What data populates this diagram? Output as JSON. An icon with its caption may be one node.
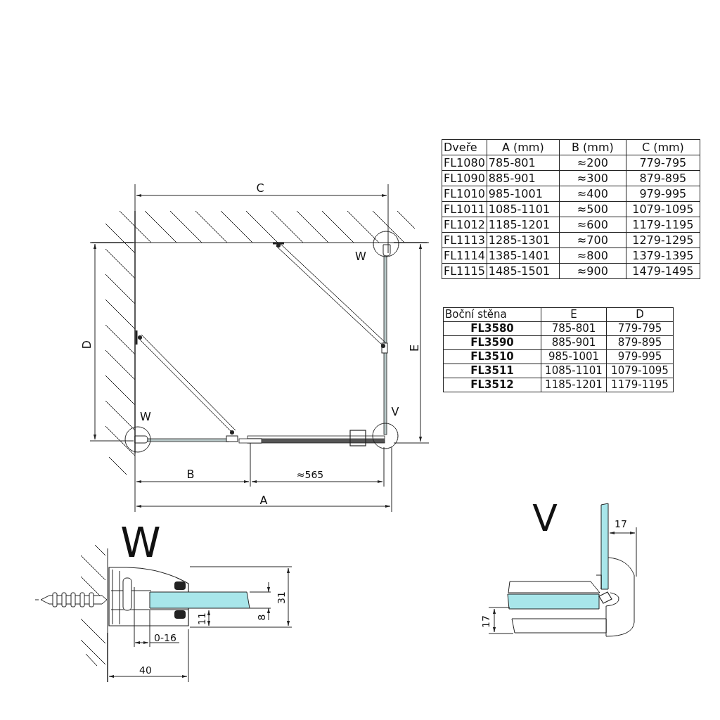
{
  "diagram": {
    "labels": [
      "C",
      "W",
      "D",
      "E",
      "V",
      "W",
      "B",
      "≈565",
      "A",
      "Dveře",
      "A (mm)",
      "B (mm)",
      "C (mm)",
      "FL1080",
      "785-801",
      "≈200",
      "779-795",
      "FL1090",
      "885-901",
      "≈300",
      "879-895",
      "FL1010",
      "985-1001",
      "≈400",
      "979-995",
      "FL1011",
      "1085-1101",
      "≈500",
      "1079-1095",
      "FL1012",
      "1185-1201",
      "≈600",
      "1179-1195",
      "FL1113",
      "1285-1301",
      "≈700",
      "1279-1295",
      "FL1114",
      "1385-1401",
      "≈800",
      "1379-1395",
      "FL1115",
      "1485-1501",
      "≈900",
      "1479-1495",
      "Boční stěna",
      "E",
      "D",
      "FL3580",
      "785-801",
      "779-795",
      "FL3590",
      "885-901",
      "879-895",
      "FL3510",
      "985-1001",
      "979-995",
      "FL3511",
      "1085-1101",
      "1079-1095",
      "FL3512",
      "1185-1201",
      "1179-1195",
      "W",
      "31",
      "8",
      "11",
      "0-16",
      "40",
      "V",
      "17",
      "17"
    ]
  }
}
